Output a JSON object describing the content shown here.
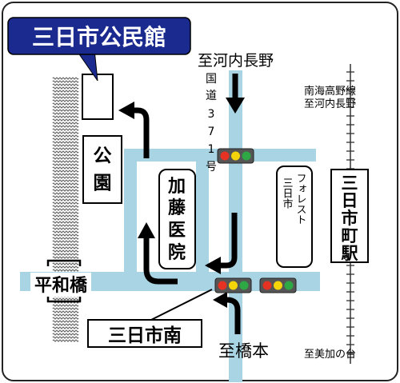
{
  "title": "三日市公民館",
  "destinations": {
    "north": "至河内長野",
    "south": "至橋本",
    "rail_north": "南海高野線 至河内長野",
    "rail_north_line1": "南海高野線",
    "rail_north_line2": "至河内長野",
    "rail_south": "至美加の台"
  },
  "route_label": {
    "line1": "国",
    "line2": "道",
    "line3": "3",
    "line4": "7",
    "line5": "1",
    "line6": "号"
  },
  "places": {
    "park_line1": "公",
    "park_line2": "園",
    "clinic_line1": "加",
    "clinic_line2": "藤",
    "clinic_line3": "医",
    "clinic_line4": "院",
    "forest_col1": "フォレスト",
    "forest_col2": "三日市",
    "station_line1": "三",
    "station_line2": "日",
    "station_line3": "市",
    "station_line4": "町",
    "station_line5": "駅",
    "bridge": "平和橋",
    "intersection": "三日市南"
  },
  "colors": {
    "road": "#a9d4e4",
    "title_bg": "#1a2a8e",
    "signal_red": "#e53222",
    "signal_yellow": "#f5d50a",
    "signal_green": "#2ea844"
  }
}
